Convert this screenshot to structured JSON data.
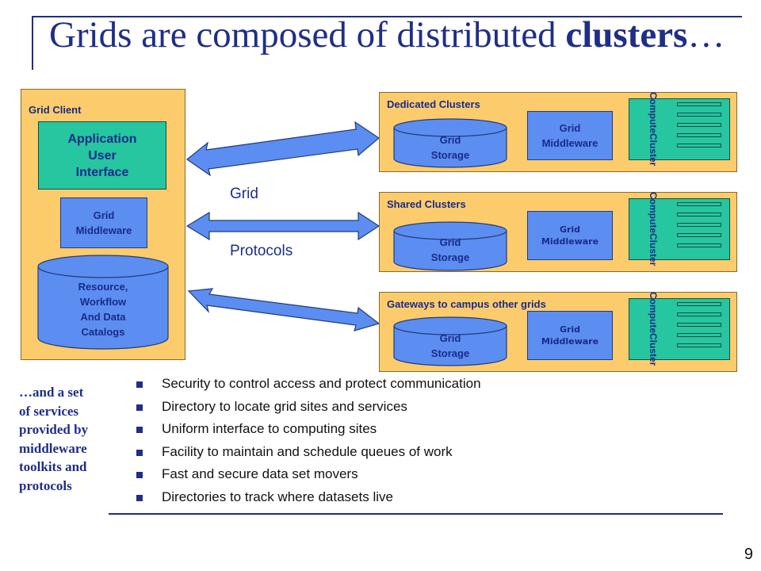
{
  "slide": {
    "title_normal": "Grids are composed of distributed ",
    "title_bold": "clusters",
    "title_suffix": "…",
    "page_number": "9"
  },
  "grid_client": {
    "title": "Grid Client",
    "app_line1": "Application",
    "app_line2": "User",
    "app_line3": "Interface",
    "mw_line1": "Grid",
    "mw_line2": "Middleware",
    "cat_line1": "Resource,",
    "cat_line2": "Workflow",
    "cat_line3": "And Data",
    "cat_line4": "Catalogs"
  },
  "protocols": {
    "line1": "Grid",
    "line2": "Protocols"
  },
  "clusters": [
    {
      "title": "Dedicated Clusters",
      "storage1": "Grid",
      "storage2": "Storage",
      "mw1": "Grid",
      "mw2": "Middleware",
      "cc1": "Compute",
      "cc2": "Cluster"
    },
    {
      "title": "Shared Clusters",
      "storage1": "Grid",
      "storage2": "Storage",
      "mw1": "Grid",
      "mw2": "Middleware",
      "cc1": "Compute",
      "cc2": "Cluster"
    },
    {
      "title": "Gateways to campus other grids",
      "storage1": "Grid",
      "storage2": "Storage",
      "mw1": "Grid",
      "mw2": "Middleware",
      "cc1": "Compute",
      "cc2": "Cluster"
    }
  ],
  "side_note": {
    "line1": "…and a set",
    "line2": "of  services",
    "line3": "provided by",
    "line4": "middleware",
    "line5": "toolkits and",
    "line6": "protocols"
  },
  "services": [
    "Security to control access and protect communication",
    "Directory to locate grid sites and services",
    "Uniform interface to computing sites",
    "Facility to maintain and schedule queues of work",
    "Fast and secure data set movers",
    "Directories to track where datasets live"
  ],
  "colors": {
    "panel": "#fccc6c",
    "green": "#25c6a0",
    "blue": "#5b8ef0",
    "title_blue": "#1f2e86"
  }
}
